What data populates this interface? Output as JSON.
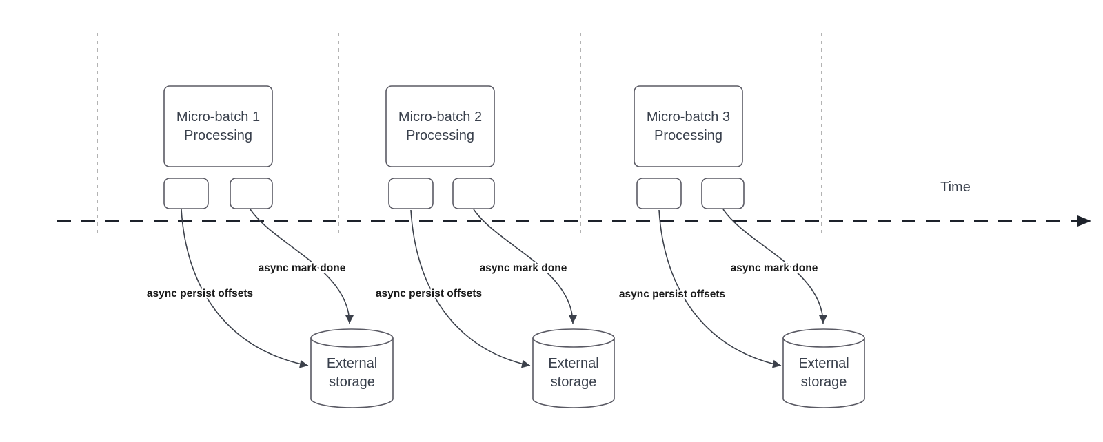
{
  "colors": {
    "background": "#ffffff",
    "shape_stroke": "#5a5a64",
    "shape_text": "#39404c",
    "label_text": "#1a1a1a",
    "arrow": "#3c414b",
    "guide_line": "#b3b3b3",
    "timeline": "#1d222b"
  },
  "timeline": {
    "label": "Time"
  },
  "batches": [
    {
      "title_line1": "Micro-batch 1",
      "title_line2": "Processing",
      "persist_label": "async persist offsets",
      "done_label": "async mark done",
      "storage_line1": "External",
      "storage_line2": "storage"
    },
    {
      "title_line1": "Micro-batch 2",
      "title_line2": "Processing",
      "persist_label": "async persist offsets",
      "done_label": "async mark done",
      "storage_line1": "External",
      "storage_line2": "storage"
    },
    {
      "title_line1": "Micro-batch 3",
      "title_line2": "Processing",
      "persist_label": "async persist offsets",
      "done_label": "async mark done",
      "storage_line1": "External",
      "storage_line2": "storage"
    }
  ]
}
